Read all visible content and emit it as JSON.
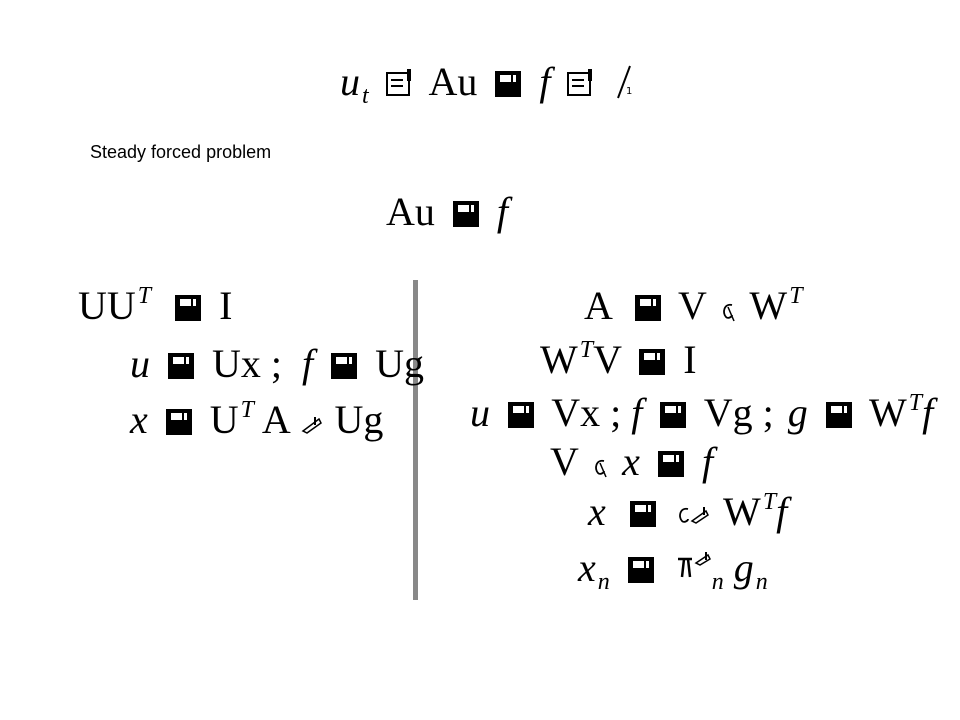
{
  "subtitle": "Steady forced problem",
  "top_equation": {
    "u": "u",
    "t": "t",
    "Au": "Au",
    "f": "f"
  },
  "steady_equation": {
    "A": "Au",
    "f": "f"
  },
  "left": {
    "row1": {
      "lhs": "UU",
      "sup": "T",
      "rhs": "I"
    },
    "row2": {
      "u": "u",
      "ux": "Ux ;",
      "f": "f",
      "ug": "Ug"
    },
    "row3": {
      "x": "x",
      "ut": "U",
      "sup": "T",
      "a": "A",
      "ug": "Ug"
    }
  },
  "right": {
    "row1": {
      "lhs": "A",
      "v": "V",
      "w": "W",
      "sup": "T"
    },
    "row2": {
      "w": "W",
      "sup": "T",
      "v": "V",
      "rhs": "I"
    },
    "row3": {
      "u": "u",
      "vx": "Vx ;",
      "f": "f",
      "vg": "Vg ;",
      "g": "g",
      "w": "W",
      "sup": "T",
      "fend": "f"
    },
    "row4": {
      "v": "V",
      "x": "x",
      "f": "f"
    },
    "row5": {
      "x": "x",
      "w": "W",
      "sup": "T",
      "f": "f"
    },
    "row6": {
      "x": "x",
      "n": "n",
      "g": "g",
      "n2": "n"
    }
  }
}
